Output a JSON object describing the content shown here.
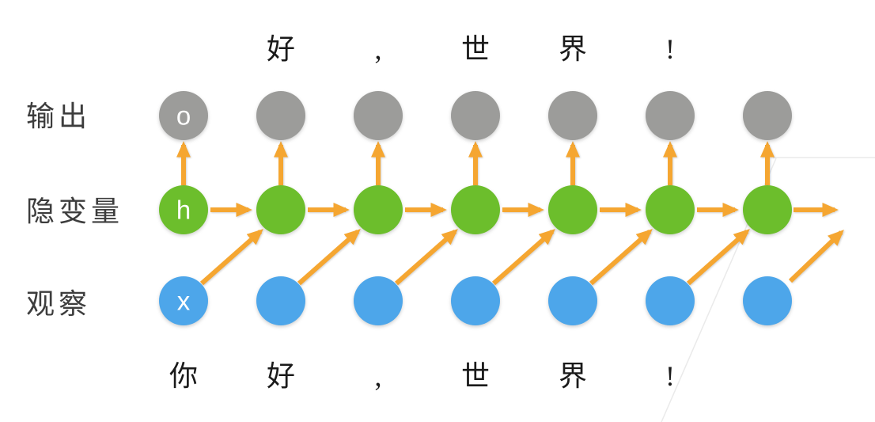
{
  "colors": {
    "background": "#FFFFFF",
    "output_node": "#9C9C9A",
    "hidden_node": "#6CBE2C",
    "observation_node": "#4DA6EA",
    "arrow": "#F5A631",
    "node_letter": "#FFFFFF",
    "row_label_text": "#3D3D3D",
    "token_text": "#1A1A1A",
    "watermark_line": "#EAEAEA"
  },
  "diagram": {
    "type": "rnn-unrolled",
    "num_columns": 7,
    "row_labels": [
      {
        "id": "output",
        "label": "输出"
      },
      {
        "id": "hidden",
        "label": "隐变量"
      },
      {
        "id": "observation",
        "label": "观察"
      }
    ],
    "node_letters": {
      "output": "o",
      "hidden": "h",
      "observation": "x"
    },
    "output_tokens": [
      {
        "text": "好",
        "col": 2
      },
      {
        "text": ",",
        "col": 3
      },
      {
        "text": "世",
        "col": 4
      },
      {
        "text": "界",
        "col": 5
      },
      {
        "text": "!",
        "col": 6
      }
    ],
    "input_tokens": [
      {
        "text": "你",
        "col": 1
      },
      {
        "text": "好",
        "col": 2
      },
      {
        "text": ",",
        "col": 3
      },
      {
        "text": "世",
        "col": 4
      },
      {
        "text": "界",
        "col": 5
      },
      {
        "text": "!",
        "col": 6
      }
    ]
  }
}
